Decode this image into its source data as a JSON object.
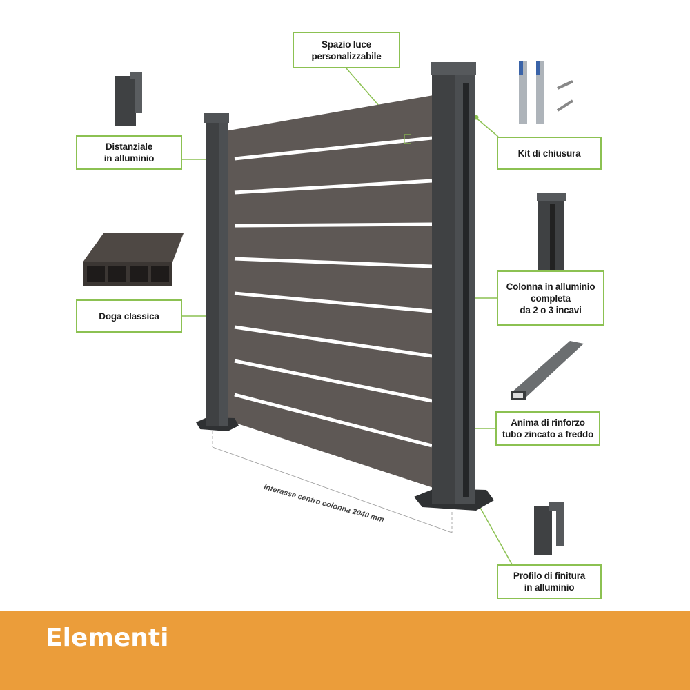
{
  "labels": {
    "spazio": [
      "Spazio luce",
      "personalizzabile"
    ],
    "distanziale": [
      "Distanziale",
      "in alluminio"
    ],
    "doga": [
      "Doga classica"
    ],
    "kit": [
      "Kit di chiusura"
    ],
    "colonna": [
      "Colonna in alluminio",
      "completa",
      "da 2 o 3 incavi"
    ],
    "anima": [
      "Anima di rinforzo",
      "tubo zincato a freddo"
    ],
    "profilo": [
      "Profilo di finitura",
      "in alluminio"
    ]
  },
  "dimension_text": "Interasse centro colonna 2040 mm",
  "banner": {
    "title": "Elementi"
  },
  "colors": {
    "accent_green": "#8cc152",
    "banner_orange": "#eb9d3a",
    "panel": "#5e5855",
    "post": "#3f4143"
  }
}
